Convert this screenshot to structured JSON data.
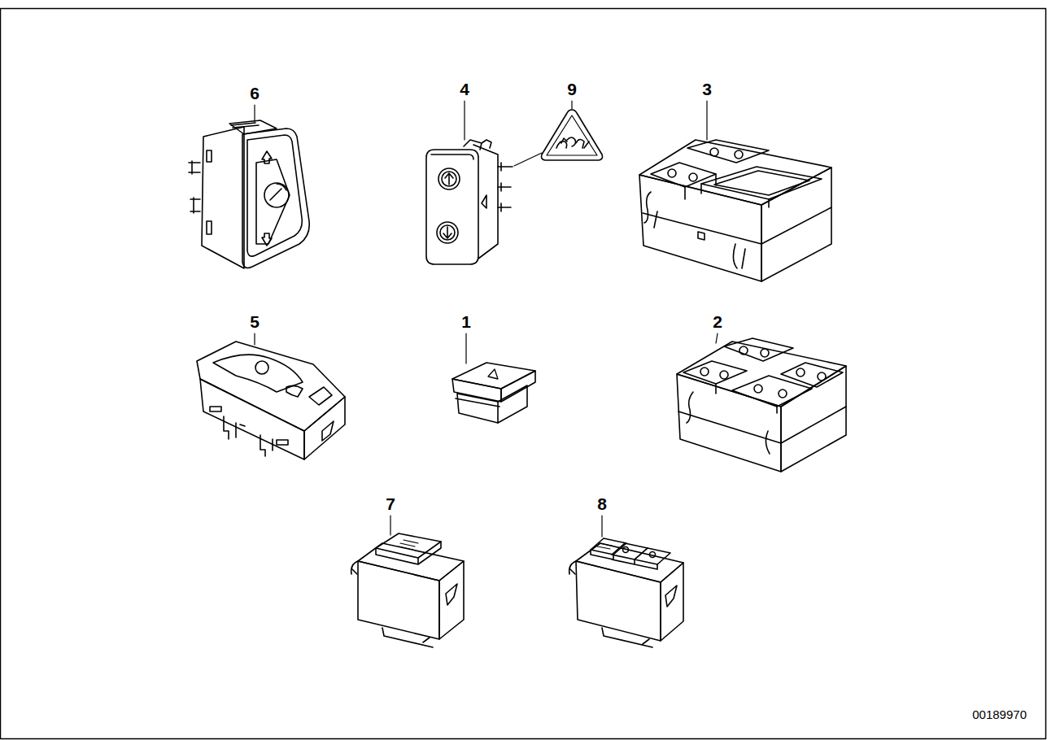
{
  "diagram": {
    "labels": [
      "6",
      "4",
      "9",
      "3",
      "5",
      "1",
      "2",
      "7",
      "8",
      "00189970"
    ]
  }
}
